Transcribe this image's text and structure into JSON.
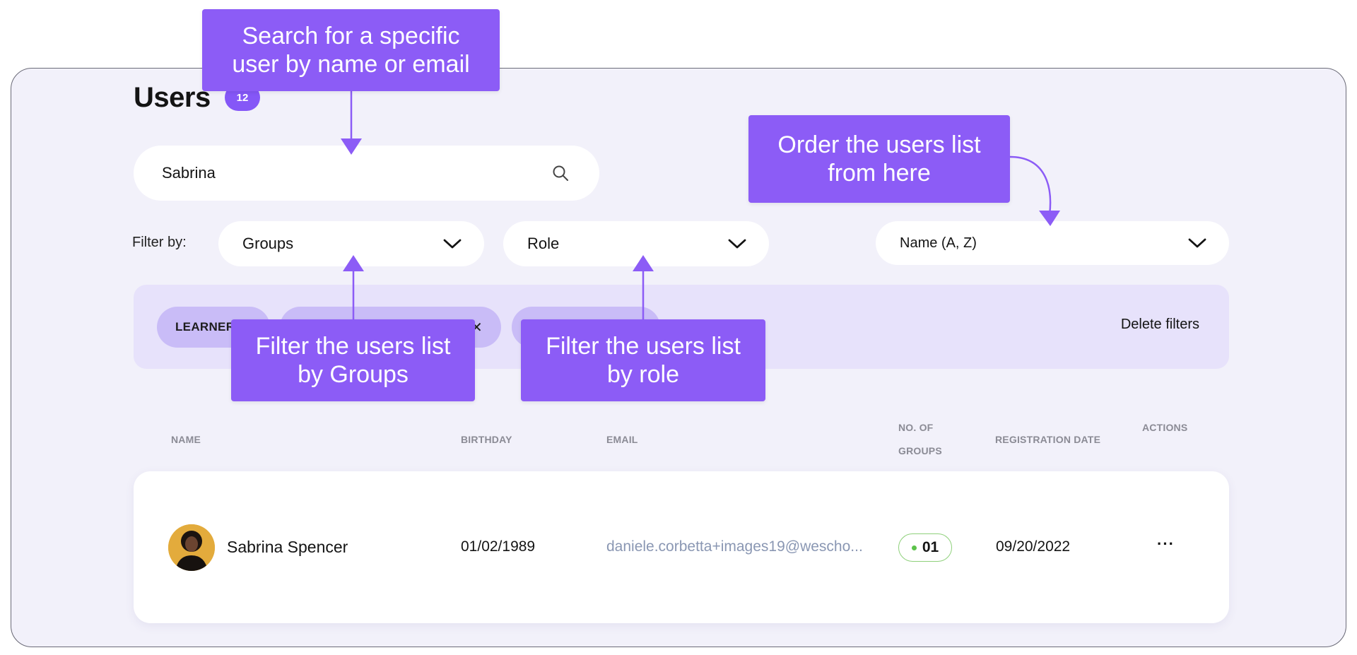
{
  "header": {
    "title": "Users",
    "count": "12"
  },
  "search": {
    "value": "Sabrina",
    "icon": "search-icon"
  },
  "filters": {
    "label": "Filter by:",
    "groups_select": "Groups",
    "role_select": "Role",
    "sort_select": "Name (A, Z)",
    "chips": [
      {
        "label": "LEARNER"
      },
      {
        "label": "",
        "remove_icon": "✕"
      },
      {
        "label": ""
      }
    ],
    "delete_label": "Delete filters"
  },
  "table": {
    "columns": {
      "name": "NAME",
      "birthday": "BIRTHDAY",
      "email": "EMAIL",
      "groups_line1": "NO. OF",
      "groups_line2": "GROUPS",
      "registration": "REGISTRATION DATE",
      "actions": "ACTIONS"
    },
    "rows": [
      {
        "name": "Sabrina Spencer",
        "birthday": "01/02/1989",
        "email": "daniele.corbetta+images19@wescho...",
        "groups": "01",
        "registration": "09/20/2022",
        "actions": "···"
      }
    ]
  },
  "callouts": {
    "search": [
      "Search for a specific",
      "user by name or email"
    ],
    "order": [
      "Order the users list",
      "from here"
    ],
    "groups": [
      "Filter the users list",
      "by Groups"
    ],
    "role": [
      "Filter the users list",
      "by role"
    ]
  },
  "colors": {
    "accent": "#8c5cf6",
    "background": "#f2f1fa",
    "chip": "#c9bcf7",
    "chips_bar": "#e7e2fb",
    "status_green": "#5cc24a"
  }
}
